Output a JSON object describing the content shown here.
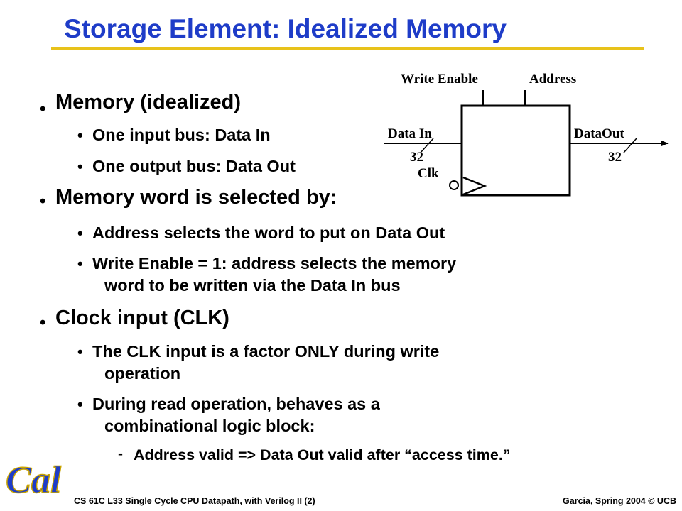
{
  "slide": {
    "title": "Storage Element: Idealized Memory",
    "colors": {
      "title": "#1e3cc8",
      "rule": "#e8c21a",
      "logo": "#1e3cc8"
    },
    "bullets": [
      {
        "level": 1,
        "text": "Memory (idealized)"
      },
      {
        "level": 2,
        "text": "One input bus: Data In"
      },
      {
        "level": 2,
        "text": "One output bus: Data Out"
      },
      {
        "level": 1,
        "text": "Memory word is selected by:"
      },
      {
        "level": 2,
        "text": "Address selects the word to put on Data Out"
      },
      {
        "level": 2,
        "text": "Write Enable = 1: address selects the memory"
      },
      {
        "level": 2,
        "text": "word to be written via the Data In bus",
        "continuation": true
      },
      {
        "level": 1,
        "text": "Clock input (CLK)"
      },
      {
        "level": 2,
        "text": "The CLK input is a factor ONLY during write"
      },
      {
        "level": 2,
        "text": "operation",
        "continuation": true
      },
      {
        "level": 2,
        "text": "During read operation, behaves  as a"
      },
      {
        "level": 2,
        "text": "combinational logic block:",
        "continuation": true
      },
      {
        "level": 3,
        "text": "Address valid => Data Out valid after “access time.”"
      }
    ],
    "diagram": {
      "write_enable": "Write Enable",
      "address": "Address",
      "data_in": "Data In",
      "data_out": "DataOut",
      "width_in": "32",
      "width_out": "32",
      "clk": "Clk"
    },
    "footer": {
      "left": "CS 61C L33 Single Cycle CPU Datapath, with Verilog II (2)",
      "right": "Garcia, Spring 2004 © UCB"
    },
    "logo_text": "Cal"
  }
}
